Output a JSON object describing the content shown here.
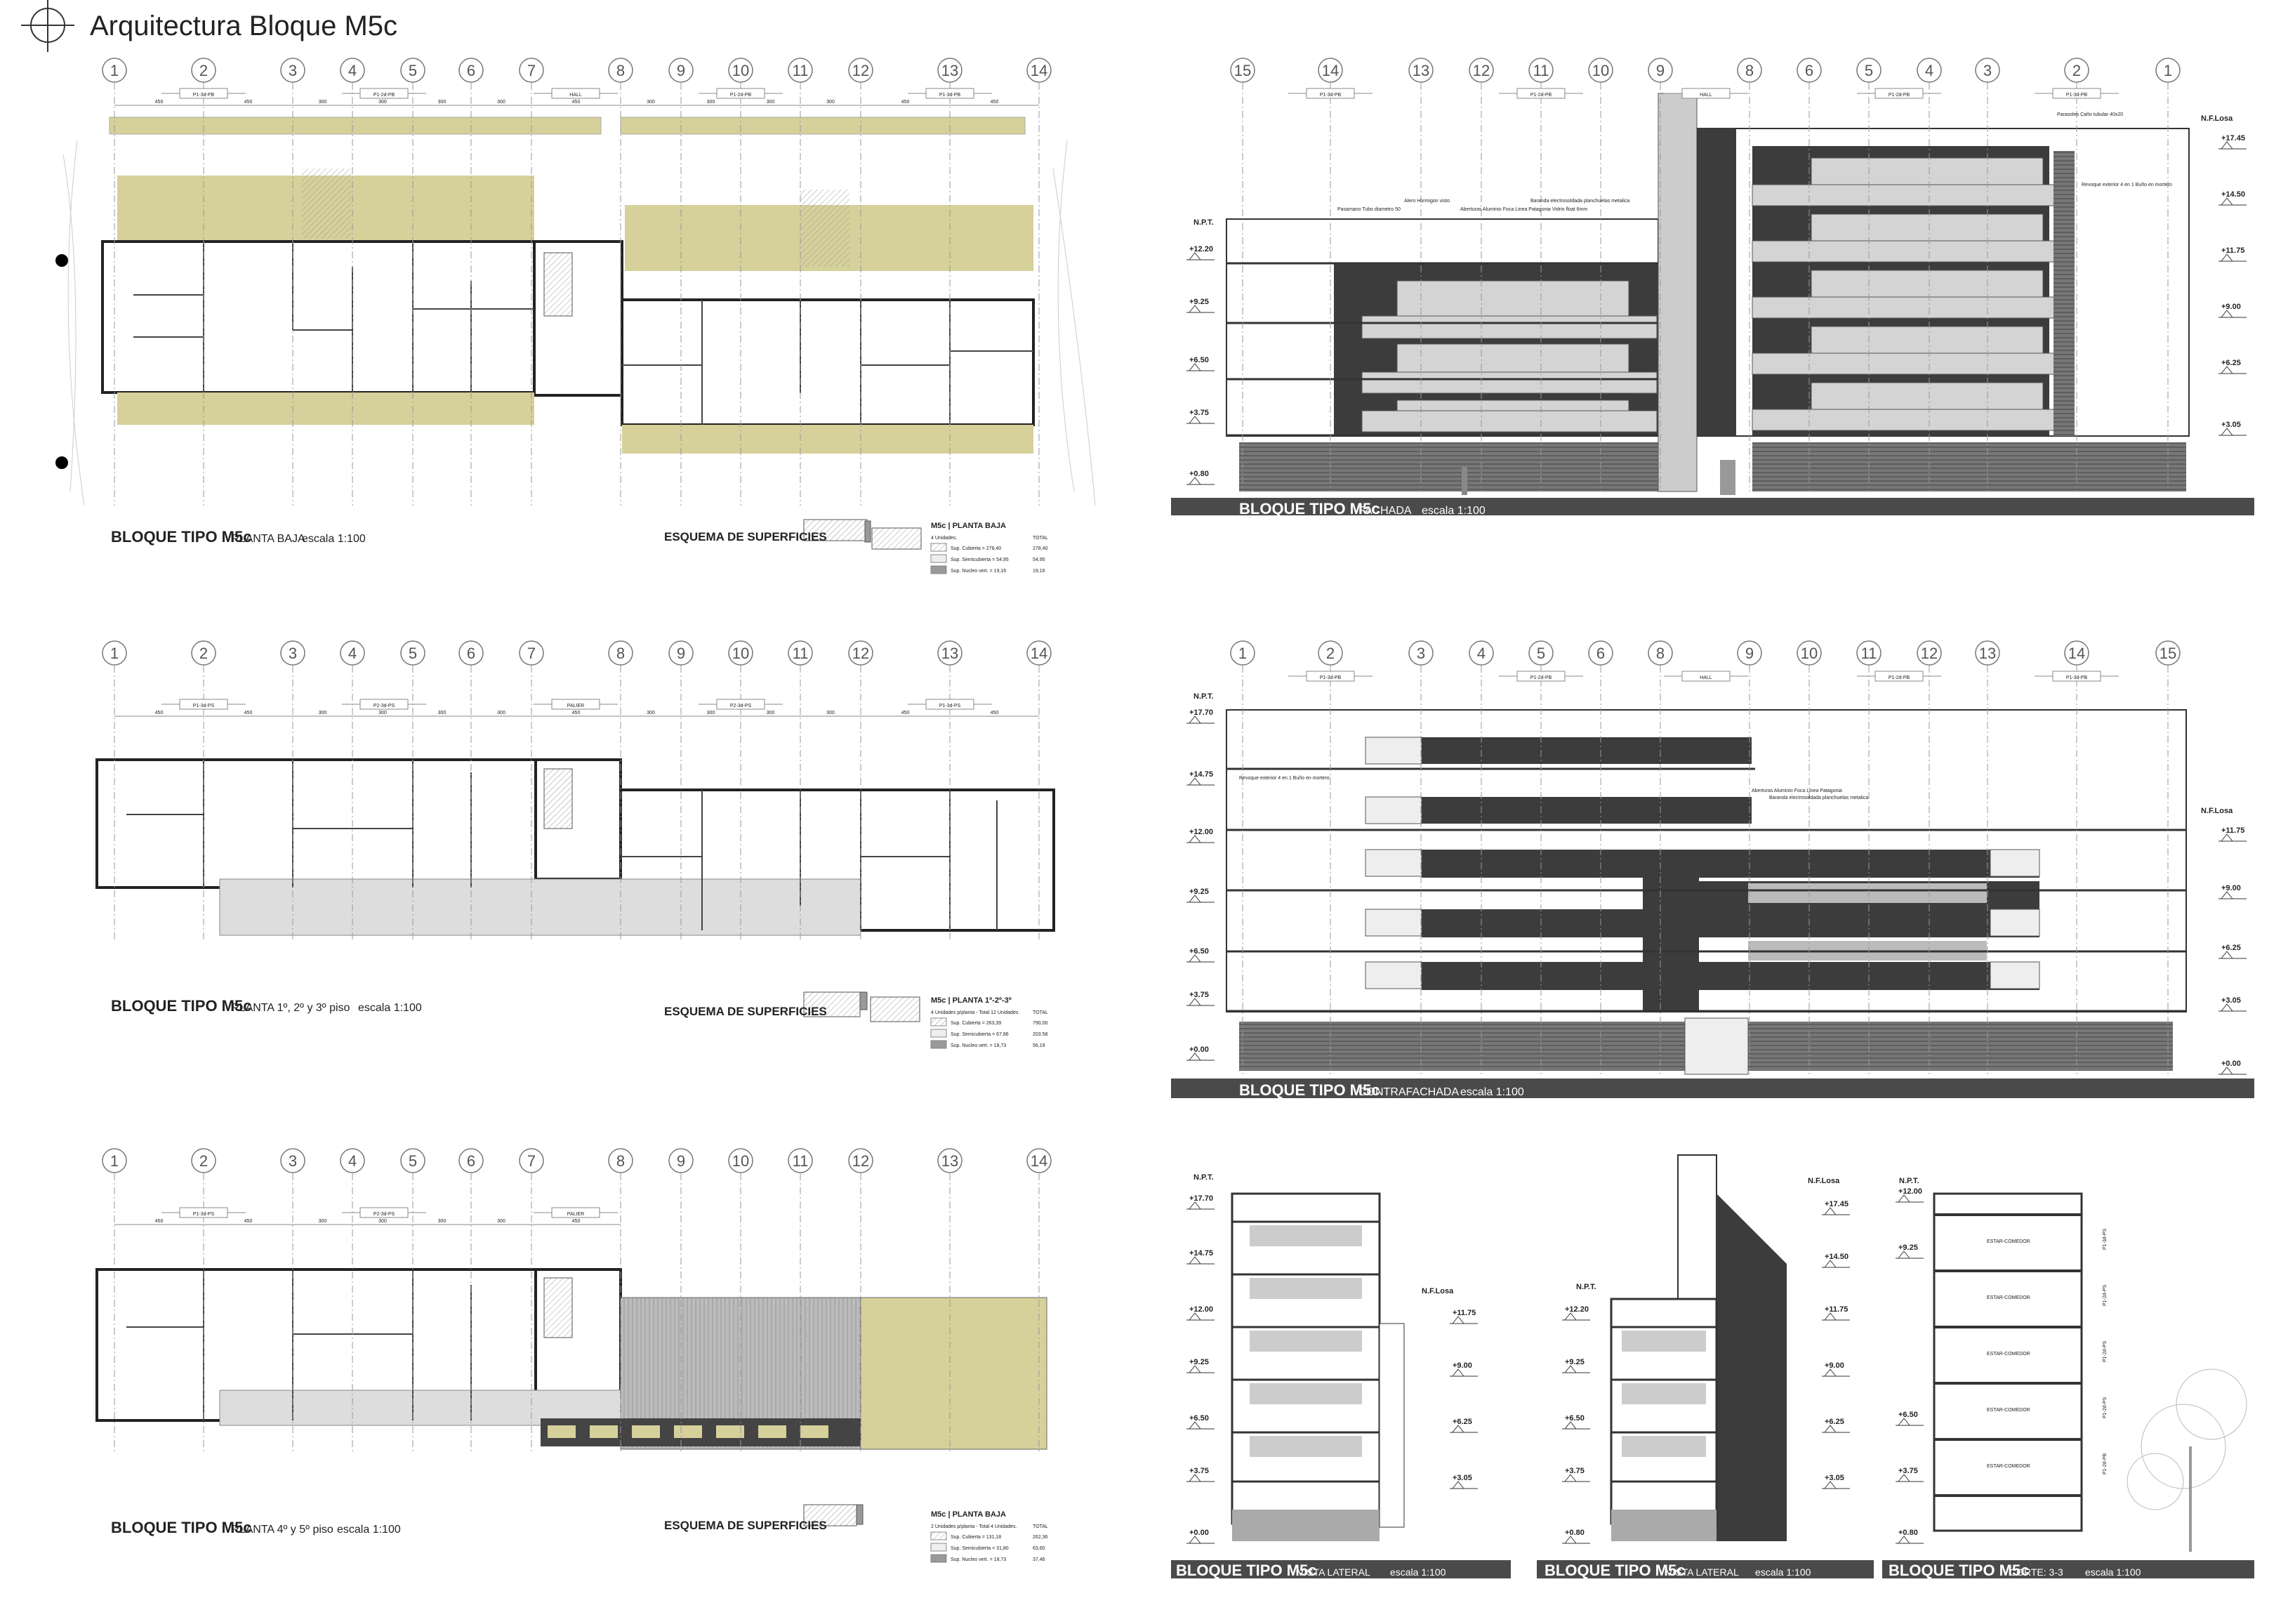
{
  "sheet": {
    "title": "Arquitectura Bloque M5c"
  },
  "colors": {
    "terrace": "#d6d09a",
    "dark": "#3c3c3c",
    "glass": "#d4d4d4",
    "ground": "#4a4a4a"
  },
  "plans": [
    {
      "caption_main": "BLOQUE TIPO M5c",
      "caption_sub": "PLANTA BAJA",
      "caption_scale": "escala 1:100",
      "axes": [
        "1",
        "2",
        "3",
        "4",
        "5",
        "6",
        "7",
        "8",
        "9",
        "10",
        "11",
        "12",
        "13",
        "14"
      ],
      "zones": [
        "P1-3d-PB",
        "P1-2d-PB",
        "HALL",
        "P1-2d-PB",
        "P1-3d-PB"
      ],
      "dims": [
        "450",
        "450",
        "300",
        "300",
        "300",
        "300",
        "450",
        "300",
        "300",
        "300",
        "300",
        "450",
        "450"
      ],
      "surfaces": {
        "label": "ESQUEMA DE SUPERFICIES",
        "title": "M5c | PLANTA BAJA",
        "units": "4 Unidades.",
        "total_header": "TOTAL",
        "rows": [
          {
            "label": "Sup. Cubierta = 278,40",
            "total": "278,40"
          },
          {
            "label": "Sup. Semicubierta = 54,95",
            "total": "54,95"
          },
          {
            "label": "Sup. Nucleo vert. = 19,16",
            "total": "19,16"
          }
        ]
      }
    },
    {
      "caption_main": "BLOQUE TIPO M5c",
      "caption_sub": "PLANTA 1º, 2º y 3º piso",
      "caption_scale": "escala 1:100",
      "axes": [
        "1",
        "2",
        "3",
        "4",
        "5",
        "6",
        "7",
        "8",
        "9",
        "10",
        "11",
        "12",
        "13",
        "14"
      ],
      "zones": [
        "P1-3d-PS",
        "P2-3d-PS",
        "PALIER",
        "P2-3d-PS",
        "P1-3d-PS"
      ],
      "dims": [
        "450",
        "450",
        "300",
        "300",
        "300",
        "300",
        "450",
        "300",
        "300",
        "300",
        "300",
        "450",
        "450"
      ],
      "surfaces": {
        "label": "ESQUEMA DE SUPERFICIES",
        "title": "M5c | PLANTA 1º-2º-3º",
        "units": "4 Unidades p/planta - Total 12 Unidades.",
        "total_header": "TOTAL",
        "rows": [
          {
            "label": "Sup. Cubierta = 263,39",
            "total": "790,00"
          },
          {
            "label": "Sup. Semicubierta = 67,86",
            "total": "203.58"
          },
          {
            "label": "Sup. Nucleo vert. = 18,73",
            "total": "56,19"
          }
        ]
      }
    },
    {
      "caption_main": "BLOQUE TIPO M5c",
      "caption_sub": "PLANTA 4º y 5º piso",
      "caption_scale": "escala 1:100",
      "axes": [
        "1",
        "2",
        "3",
        "4",
        "5",
        "6",
        "7",
        "8",
        "9",
        "10",
        "11",
        "12",
        "13",
        "14"
      ],
      "zones": [
        "P1-3d-PS",
        "P2-3d-PS",
        "PALIER"
      ],
      "dims": [
        "450",
        "450",
        "300",
        "300",
        "300",
        "300",
        "450"
      ],
      "surfaces": {
        "label": "ESQUEMA DE SUPERFICIES",
        "title": "M5c | PLANTA BAJA",
        "units": "2 Unidades p/planta - Total 4 Unidades.",
        "total_header": "TOTAL",
        "rows": [
          {
            "label": "Sup. Cubierta = 131,18",
            "total": "262,36"
          },
          {
            "label": "Sup. Semicubierta = 31,80",
            "total": "63,60"
          },
          {
            "label": "Sup. Nucleo vert. = 18,73",
            "total": "37,46"
          }
        ]
      }
    }
  ],
  "elevations": {
    "fachada": {
      "caption_main": "BLOQUE TIPO M5c",
      "caption_sub": "FACHADA",
      "caption_scale": "escala 1:100",
      "axes": [
        "15",
        "14",
        "13",
        "12",
        "11",
        "10",
        "9",
        "8",
        "6",
        "5",
        "4",
        "3",
        "2",
        "1"
      ],
      "zones": [
        "P1-3d-PB",
        "P1-2d-PB",
        "HALL",
        "P1-2d-PB",
        "P1-3d-PB"
      ],
      "npt": "N.P.T.",
      "nflosa": "N.F.Losa",
      "levels_left": [
        "+12.20",
        "+9.25",
        "+6.50",
        "+3.75",
        "+0.80"
      ],
      "levels_right": [
        "+17.45",
        "+14.50",
        "+11.75",
        "+9.00",
        "+6.25",
        "+3.05"
      ],
      "notes": [
        "Pasamano Tubo diametro 50",
        "Alero Hormigon visto",
        "Aberturas Aluminio Foca Linea Patagonia Vidrio float 6mm",
        "Baranda electrosoldada planchuelas metalica",
        "Parasoles Caño tubular 40x20",
        "Revoque exterior 4 en 1 Buño en mortero"
      ]
    },
    "contrafachada": {
      "caption_main": "BLOQUE TIPO M5c",
      "caption_sub": "CONTRAFACHADA",
      "caption_scale": "escala 1:100",
      "axes": [
        "1",
        "2",
        "3",
        "4",
        "5",
        "6",
        "8",
        "9",
        "10",
        "11",
        "12",
        "13",
        "14",
        "15"
      ],
      "zones": [
        "P1-3d-PB",
        "P1-2d-PB",
        "HALL",
        "P1-2d-PB",
        "P1-3d-PB"
      ],
      "npt": "N.P.T.",
      "nflosa": "N.F.Losa",
      "levels_left": [
        "+17.70",
        "+14.75",
        "+12.00",
        "+9.25",
        "+6.50",
        "+3.75",
        "+0.00"
      ],
      "levels_right": [
        "+11.75",
        "+9.00",
        "+6.25",
        "+3.05",
        "+0.00"
      ],
      "notes": [
        "Aberturas Aluminio Foca Linea Patagonia",
        "Baranda electrosoldada planchuelas metalica",
        "Revoque exterior 4 en 1 Buño en mortero"
      ]
    },
    "lateral1": {
      "caption_main": "BLOQUE TIPO M5c",
      "caption_sub": "VISTA LATERAL",
      "caption_scale": "escala 1:100",
      "npt": "N.P.T.",
      "nflosa": "N.F.Losa",
      "levels_left": [
        "+17.70",
        "+14.75",
        "+12.00",
        "+9.25",
        "+6.50",
        "+3.75",
        "+0.00"
      ],
      "levels_right": [
        "+11.75",
        "+9.00",
        "+6.25",
        "+3.05"
      ]
    },
    "lateral2": {
      "caption_main": "BLOQUE TIPO M5c",
      "caption_sub": "VISTA LATERAL",
      "caption_scale": "escala 1:100",
      "npt": "N.P.T.",
      "nflosa": "N.F.Losa",
      "levels_left": [
        "+12.20",
        "+9.25",
        "+6.50",
        "+3.75",
        "+0.80"
      ],
      "levels_right": [
        "+17.45",
        "+14.50",
        "+11.75",
        "+9.00",
        "+6.25",
        "+3.05"
      ]
    },
    "corte": {
      "caption_main": "BLOQUE TIPO M5c",
      "caption_sub": "CORTE: 3-3",
      "caption_scale": "escala 1:100",
      "npt": "N.P.T.",
      "levels_left": [
        "+12.00",
        "+9.25",
        "+6.50",
        "+3.75",
        "+0.80"
      ],
      "room": "ESTAR-COMEDOR",
      "zones": [
        "P1-3d-PS",
        "P1-2d-PS",
        "P1-2d-PS",
        "P1-2d-PS",
        "P1-2d-PB"
      ]
    }
  }
}
